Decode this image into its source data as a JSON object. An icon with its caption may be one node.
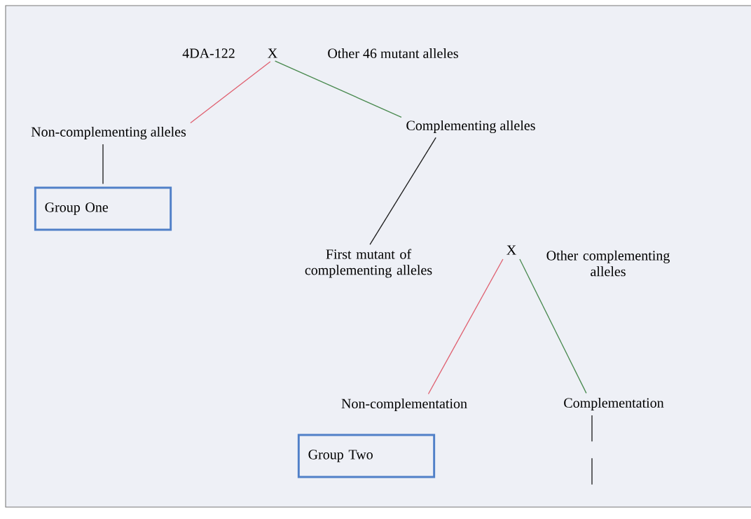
{
  "diagram": {
    "nodes": [
      {
        "text": [
          "4DA-122"
        ]
      },
      {
        "text": [
          "X"
        ]
      },
      {
        "text": [
          "Other 46 mutant alleles"
        ]
      },
      {
        "text": [
          "Non-complementing alleles"
        ]
      },
      {
        "text": [
          "Complementing alleles"
        ]
      },
      {
        "text": [
          "Group One"
        ]
      },
      {
        "text": [
          "First mutant of complementing alleles"
        ]
      },
      {
        "text": [
          "X"
        ]
      },
      {
        "text": [
          "Other complementing alleles"
        ]
      },
      {
        "text": [
          "Non-complementation"
        ]
      },
      {
        "text": [
          "Complementation"
        ]
      },
      {
        "text": [
          "Group Two"
        ]
      }
    ],
    "edges": [
      {
        "from": 1,
        "to": 3,
        "arrow": "none",
        "color": "#e06070"
      },
      {
        "from": 1,
        "to": 4,
        "arrow": "none",
        "color": "#4a8a50"
      },
      {
        "from": 3,
        "to": 5,
        "arrow": "none"
      },
      {
        "from": 4,
        "to": 6,
        "arrow": "none"
      },
      {
        "from": 7,
        "to": 9,
        "arrow": "none",
        "color": "#e06070"
      },
      {
        "from": 7,
        "to": 10,
        "arrow": "none",
        "color": "#4a8a50"
      },
      {
        "from": 10,
        "to": null,
        "arrow": "none",
        "style": "dashed"
      }
    ]
  }
}
